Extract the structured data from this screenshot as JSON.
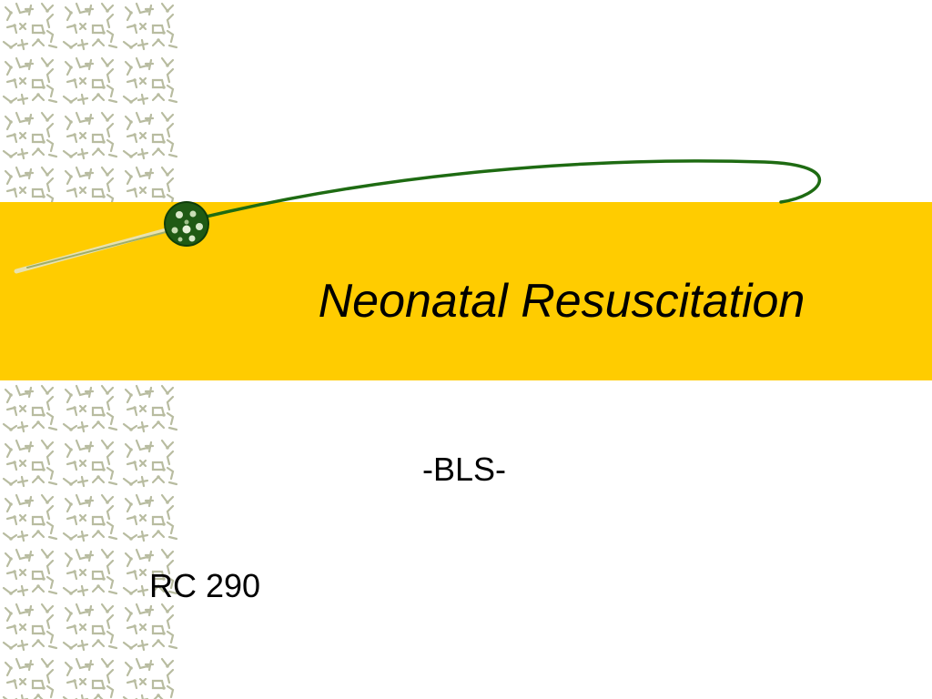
{
  "slide": {
    "title": "Neonatal Resuscitation",
    "subtitle": "-BLS-",
    "course": "RC 290"
  },
  "colors": {
    "band": "#FFCC00",
    "swoosh": "#1E6B12",
    "pattern": "#B8BCA0",
    "background": "#FFFFFF"
  },
  "icons": {
    "orb": "green-cell-orb-icon",
    "pattern": "molecule-pattern"
  }
}
